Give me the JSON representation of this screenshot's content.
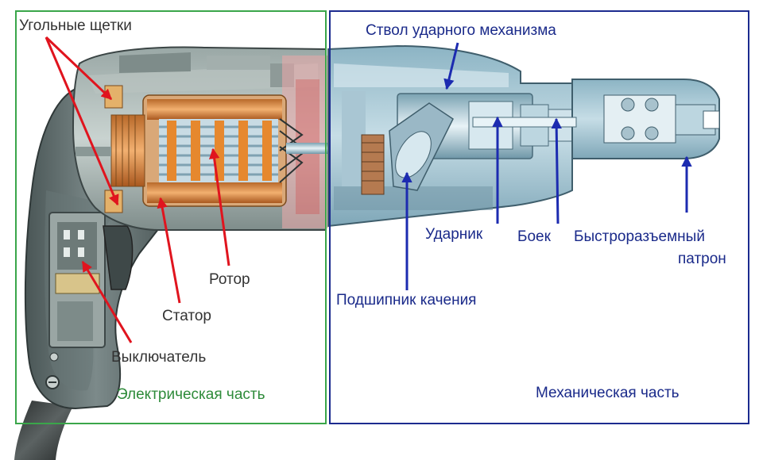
{
  "labels": {
    "carbon_brushes": "Угольные щетки",
    "rotor": "Ротор",
    "stator": "Статор",
    "switch": "Выключатель",
    "electrical_part": "Электрическая часть",
    "barrel": "Ствол ударного механизма",
    "striker": "Ударник",
    "firing_pin": "Боек",
    "quick_chuck_line1": "Быстроразъемный",
    "quick_chuck_line2": "патрон",
    "rolling_bearing": "Подшипник качения",
    "mechanical_part": "Механическая часть"
  },
  "colors": {
    "electrical_frame": "#3aa64a",
    "mechanical_frame": "#1c2b8f",
    "red_arrow": "#e0141e",
    "blue_arrow": "#1c2bb0",
    "housing_gray": "#5d6a6a",
    "housing_light": "#b8c4c4",
    "copper": "#d8843a",
    "steel_blue": "#9fc3d2"
  }
}
